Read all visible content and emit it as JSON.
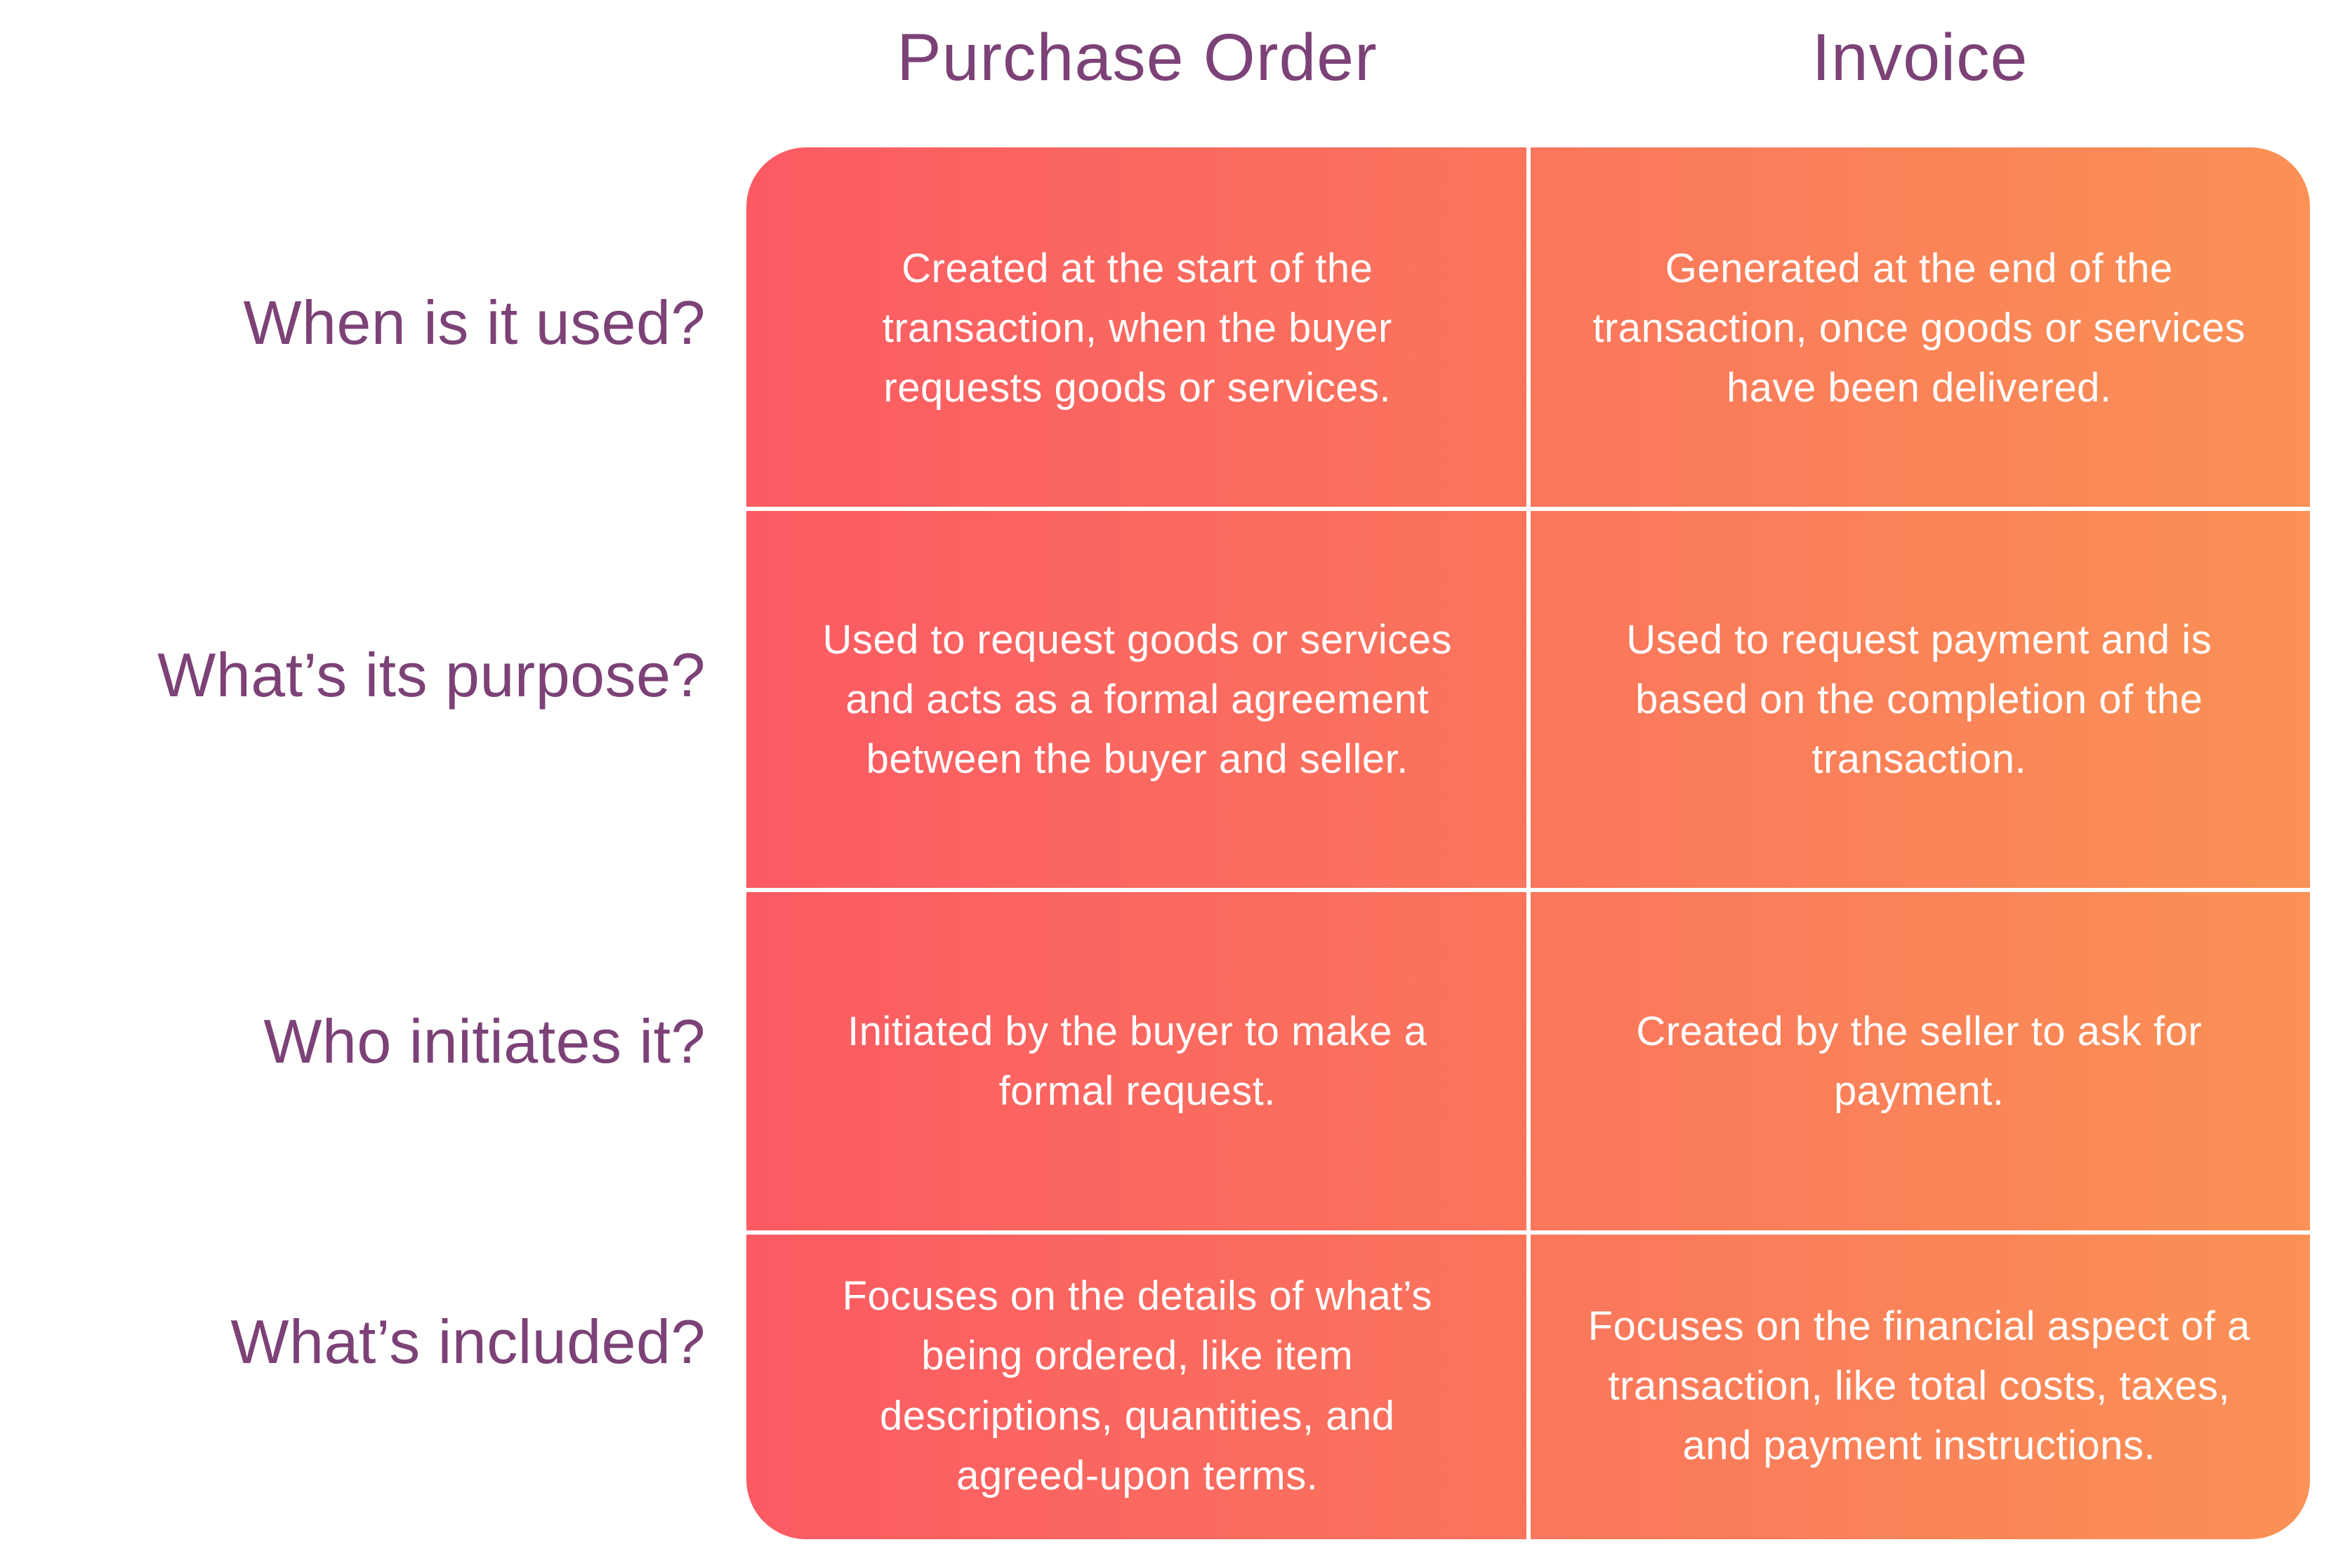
{
  "title_row": {
    "purchase_order": "Purchase Order",
    "invoice": "Invoice"
  },
  "colors": {
    "purple": "#7C4277",
    "gradient_left": "#FB5A63",
    "gradient_right": "#FA9155",
    "cell_text": "#FFFFFF",
    "divider": "#FFFFFF"
  },
  "rows": [
    {
      "label": "When is it used?",
      "purchase_order": "Created at the start of the transaction, when the buyer requests goods or services.",
      "invoice": "Generated at the end of the transaction, once goods or services have been delivered."
    },
    {
      "label": "What’s its purpose?",
      "purchase_order": "Used to request goods or services and acts as a formal agreement between the buyer and seller.",
      "invoice": "Used to request payment and is based on the completion of the transaction."
    },
    {
      "label": "Who initiates it?",
      "purchase_order": "Initiated by the buyer to make a formal request.",
      "invoice": "Created by the seller to ask for payment."
    },
    {
      "label": "What’s included?",
      "purchase_order": "Focuses on the details of what’s being ordered, like item descriptions, quantities, and agreed-upon terms.",
      "invoice": "Focuses on the financial aspect of a transaction, like total costs, taxes, and payment instructions."
    }
  ]
}
